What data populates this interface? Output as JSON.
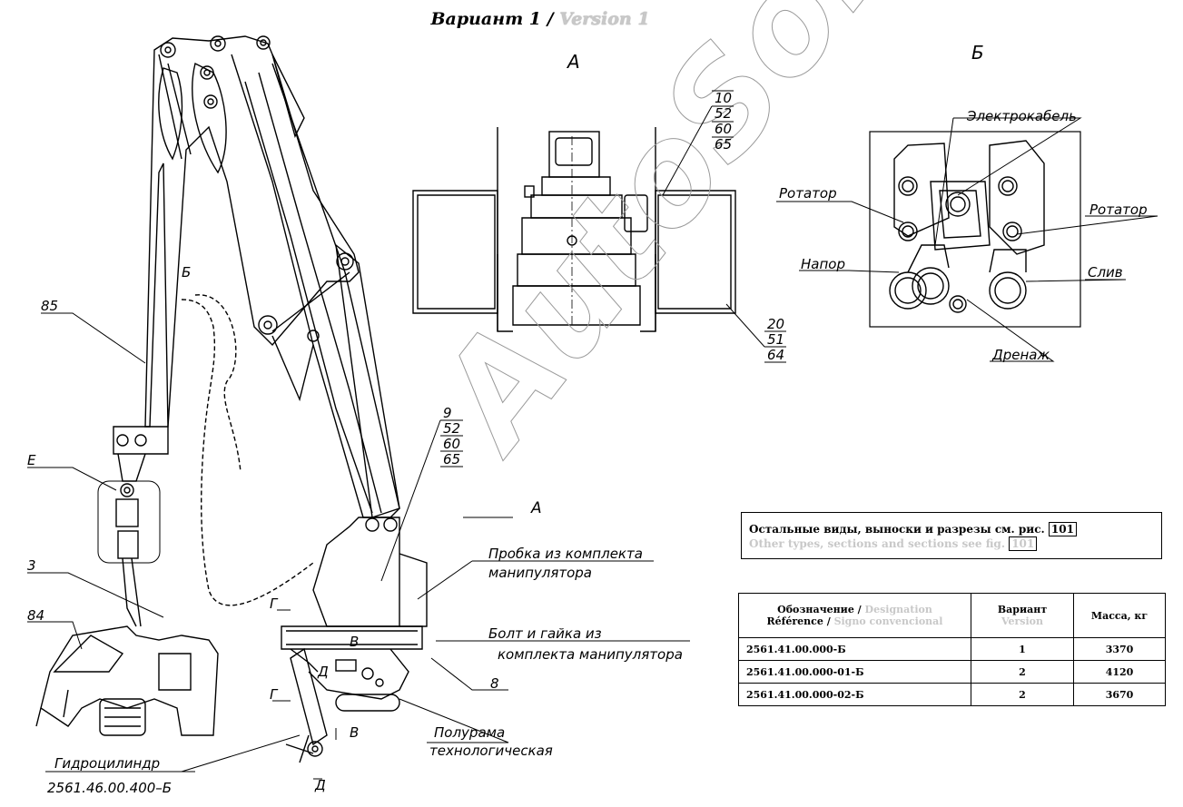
{
  "title": {
    "main": "Вариант 1 /",
    "sub": "Version 1"
  },
  "views": {
    "a": "А",
    "b": "Б"
  },
  "callouts": {
    "c85": "85",
    "cE": "Е",
    "c3": "3",
    "c84": "84",
    "cB_small": "Б",
    "g1": "Г",
    "g2": "Г",
    "v1": "В",
    "v2": "В",
    "d1": "Д",
    "d2": "Д",
    "arrowA": "А",
    "probka1": "Пробка из комплекта",
    "probka2": "манипулятора",
    "bolt1": "Болт и гайка из",
    "bolt2": "комплекта манипулятора",
    "c8": "8",
    "poluram1": "Полурама",
    "poluram2": "технологическая",
    "gidro1": "Гидроцилиндр",
    "gidro2": "2561.46.00.400–Б",
    "stackA": [
      "9",
      "52",
      "60",
      "65"
    ],
    "stackTop": [
      "10",
      "52",
      "60",
      "65"
    ],
    "stackBottom": [
      "20",
      "51",
      "64"
    ]
  },
  "hoses": {
    "cable": "Электрокабель",
    "rot1": "Ротатор",
    "rot2": "Ротатор",
    "napor": "Напор",
    "sliv": "Слив",
    "drenazh": "Дренаж"
  },
  "watermark": "AutoSoft",
  "note": {
    "line1": "Остальные виды, выноски и разрезы см. рис.",
    "ref": "101",
    "line2": "Other types, sections and sections see fig.",
    "ref2": "101"
  },
  "table": {
    "h1a": "Обозначение /",
    "h1b": "Designation",
    "h1c": "Référence /",
    "h1d": "Signo convencional",
    "h2a": "Вариант",
    "h2b": "Version",
    "h3": "Масса, кг",
    "rows": [
      {
        "d": "2561.41.00.000-Б",
        "v": "1",
        "m": "3370"
      },
      {
        "d": "2561.41.00.000-01-Б",
        "v": "2",
        "m": "4120"
      },
      {
        "d": "2561.41.00.000-02-Б",
        "v": "2",
        "m": "3670"
      }
    ]
  }
}
